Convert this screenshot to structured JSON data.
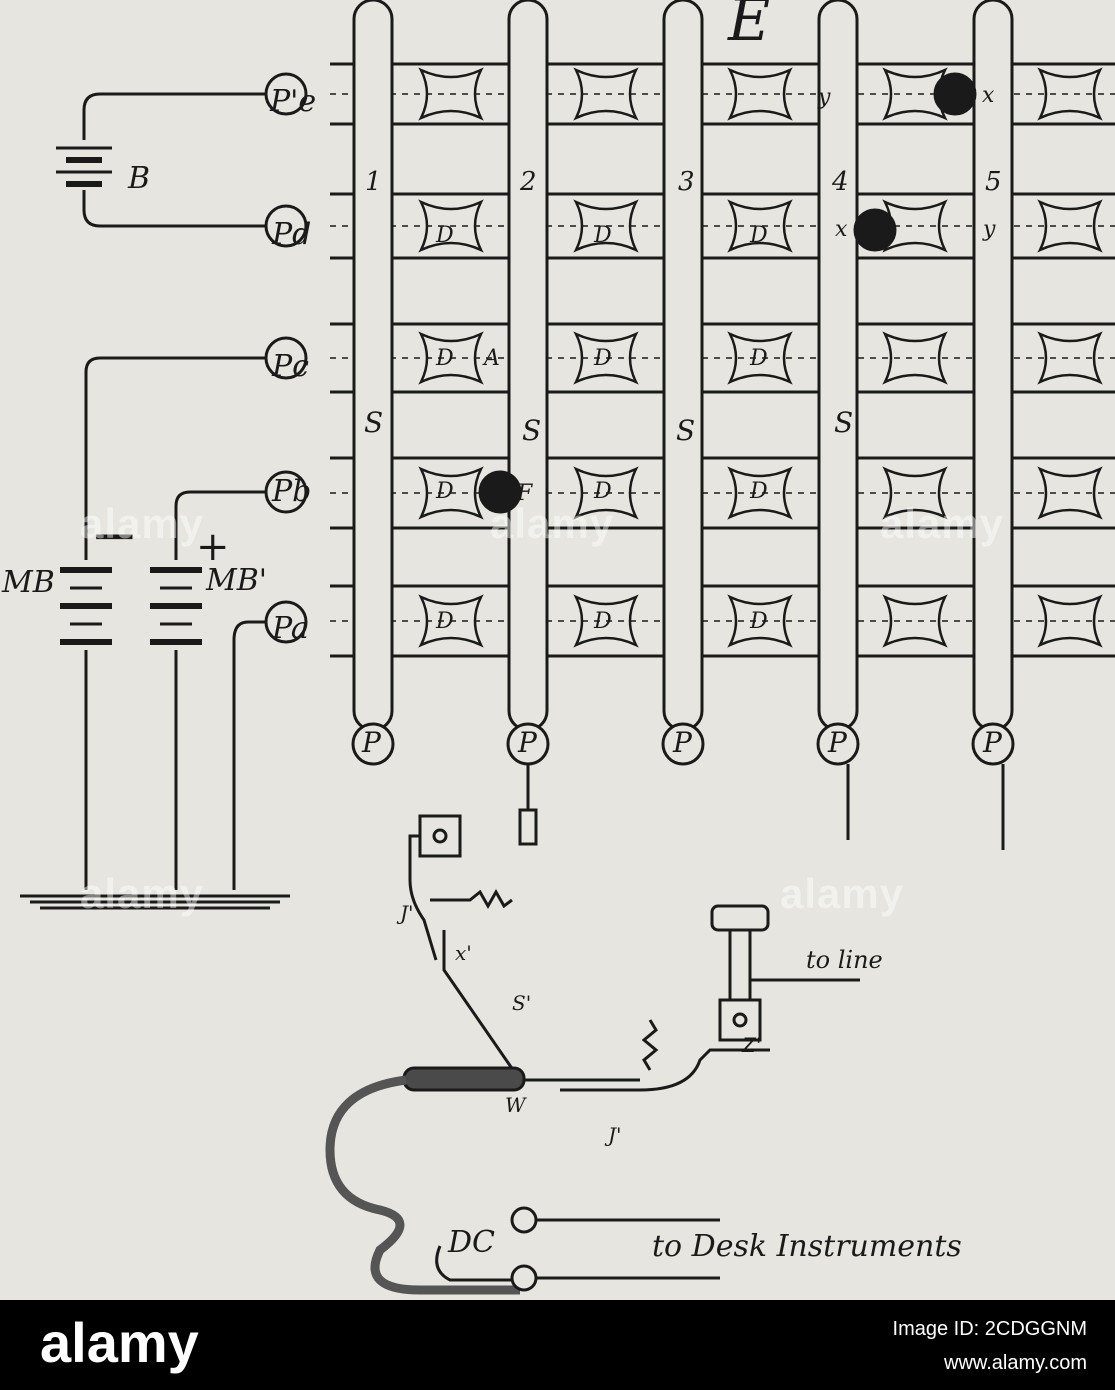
{
  "diagram": {
    "frame_label": "E",
    "column_labels": [
      "1",
      "2",
      "3",
      "4",
      "5"
    ],
    "plate_label": "P",
    "row_plate_labels": [
      "P'e",
      "Pd",
      "Pc",
      "Pb",
      "Pa"
    ],
    "disc_label": "D",
    "strip_label": "S",
    "battery_b": "B",
    "battery_mb": "MB",
    "battery_mb2": "MB'",
    "minus_sign": "−",
    "plus_sign": "+",
    "label_A": "A",
    "label_F": "F",
    "label_x": "x",
    "label_y": "y",
    "label_J": "J'",
    "label_J2": "J'",
    "label_X": "x'",
    "label_S2": "S'",
    "label_W": "W",
    "label_Z": "Z'",
    "to_line": "to line",
    "dc_label": "DC",
    "to_desk": "to Desk Instruments",
    "colors": {
      "paper": "#e6e5df",
      "ink": "#1a1a1a",
      "banner": "#000000"
    }
  },
  "watermark": {
    "text": "alamy"
  },
  "banner": {
    "logo": "alamy",
    "image_id": "Image ID: 2CDGGNM",
    "site": "www.alamy.com"
  }
}
